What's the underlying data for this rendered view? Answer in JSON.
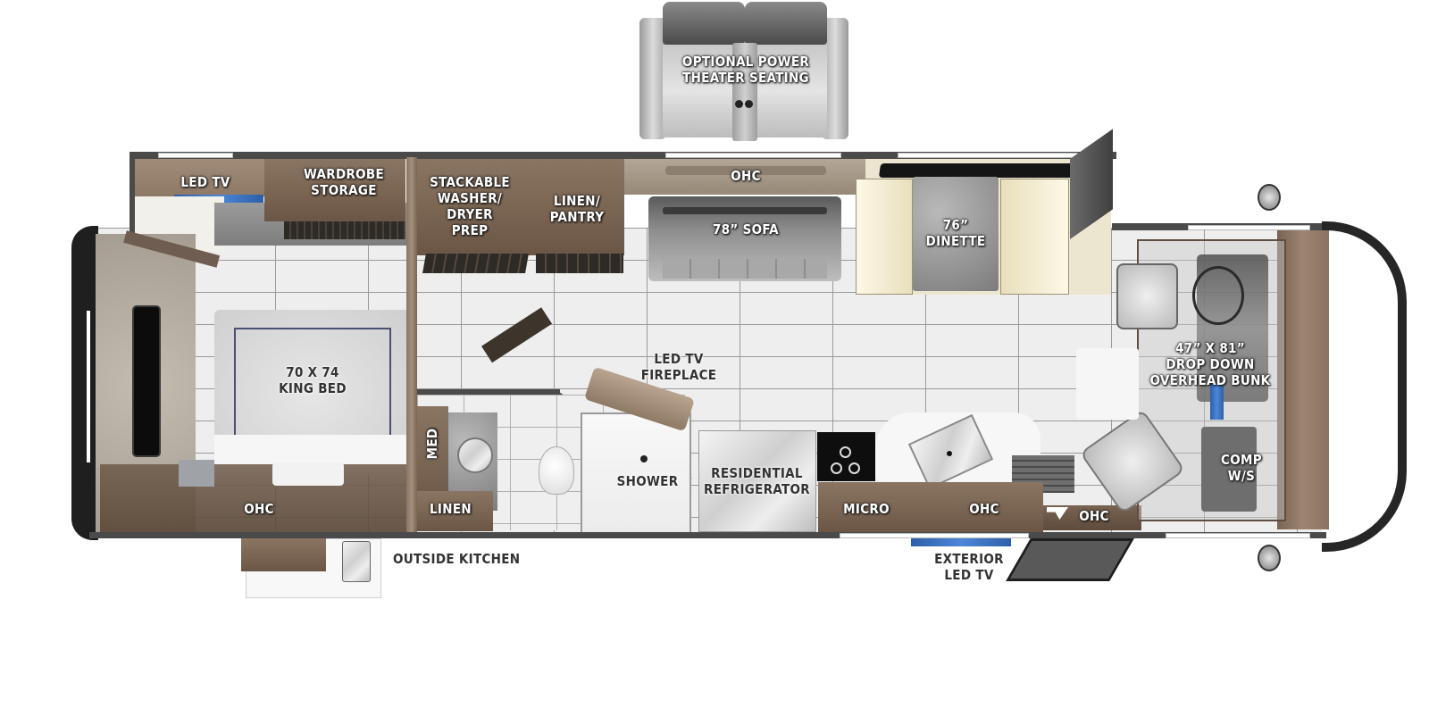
{
  "floorplan": {
    "colors": {
      "cabinet_wood": "#7a6452",
      "floor_tile": "#eeeeee",
      "wall_dark": "#4a4a4a",
      "tv_screen_blue": "#4b87d8",
      "front_cap": "#2a2a2a"
    },
    "labels": {
      "theater_seating": "OPTIONAL POWER\nTHEATER SEATING",
      "led_tv_bedroom": "LED TV",
      "wardrobe_storage": "WARDROBE\nSTORAGE",
      "washer_dryer": "STACKABLE\nWASHER/\nDRYER\nPREP",
      "linen_pantry": "LINEN/\nPANTRY",
      "ohc_sofa": "OHC",
      "sofa": "78” SOFA",
      "dinette": "76”\nDINETTE",
      "king_bed": "70 X 74\nKING BED",
      "led_tv_fireplace": "LED TV\nFIREPLACE",
      "bunk": "47” X 81”\nDROP DOWN\nOVERHEAD BUNK",
      "comp_ws": "COMP\nW/S",
      "med": "MED",
      "linen_bath": "LINEN",
      "shower": "SHOWER",
      "refrigerator": "RESIDENTIAL\nREFRIGERATOR",
      "micro": "MICRO",
      "ohc_kitchen": "OHC",
      "ohc_front": "OHC",
      "ohc_bedroom": "OHC",
      "outside_kitchen": "OUTSIDE KITCHEN",
      "exterior_tv": "EXTERIOR\nLED TV"
    }
  }
}
